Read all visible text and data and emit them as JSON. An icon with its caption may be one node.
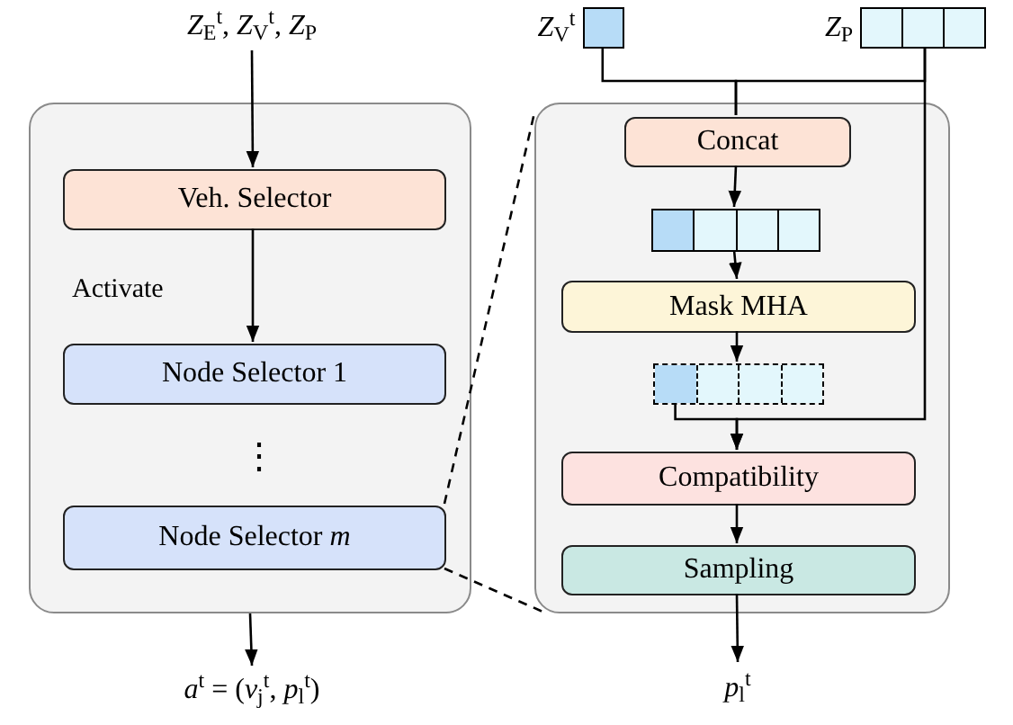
{
  "diagram": {
    "nodes": [
      {
        "text": [
          "*Z*$_{E}$$^{t}$, *Z*$_{V}$$^{t}$, *Z*$_{P}$"
        ]
      },
      {
        "text": [],
        "shape": "box"
      },
      {
        "text": [
          "Veh. Selector"
        ],
        "in": 1
      },
      {
        "text": [
          "Node Selector 1"
        ],
        "in": 1
      },
      {
        "text": [
          "Node Selector *m*"
        ],
        "in": 1
      },
      {
        "text": [
          "*a*$^{t}$ = (*v*$_{j}$$^{t}$, *p*$_{l}$$^{t}$)"
        ]
      },
      {
        "text": [
          "*Z*$_{V}$$^{t}$"
        ]
      },
      {
        "text": [
          "*Z*$_{P}$"
        ]
      },
      {
        "text": [],
        "shape": "box"
      },
      {
        "text": [
          "Concat"
        ],
        "in": 8
      },
      {
        "text": [],
        "shape": "bar",
        "in": 8
      },
      {
        "text": [
          "Mask MHA"
        ],
        "in": 8
      },
      {
        "text": [],
        "shape": "bar",
        "in": 8
      },
      {
        "text": [
          "Compatibility"
        ],
        "in": 8
      },
      {
        "text": [
          "Sampling"
        ],
        "in": 8
      },
      {
        "text": [
          "*p*$_{l}$$^{t}$"
        ]
      }
    ],
    "edges": [
      {
        "from": 0,
        "to": 2,
        "arrow": "to"
      },
      {
        "from": 2,
        "to": 3,
        "arrow": "to"
      },
      {
        "from": 1,
        "to": 5,
        "arrow": "to"
      },
      {
        "from": 4,
        "to": 8,
        "arrow": "none",
        "style": "dashed"
      },
      {
        "from": 4,
        "to": 8,
        "arrow": "none",
        "style": "dashed"
      },
      {
        "from": 6,
        "to": 9,
        "arrow": "none"
      },
      {
        "from": 7,
        "to": 9,
        "arrow": "none"
      },
      {
        "from": 9,
        "to": 10,
        "arrow": "to"
      },
      {
        "from": 10,
        "to": 11,
        "arrow": "to"
      },
      {
        "from": 11,
        "to": 12,
        "arrow": "to"
      },
      {
        "from": 12,
        "to": 13,
        "arrow": "to"
      },
      {
        "from": 7,
        "to": 13,
        "arrow": "to"
      },
      {
        "from": 13,
        "to": 14,
        "arrow": "to"
      },
      {
        "from": 14,
        "to": 15,
        "arrow": "to"
      }
    ],
    "labels": [
      "Activate",
      "⋮"
    ]
  }
}
